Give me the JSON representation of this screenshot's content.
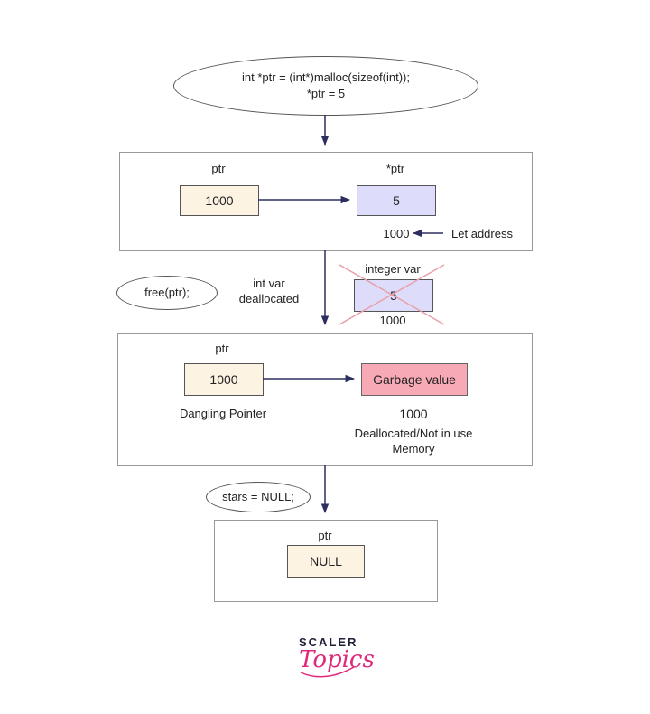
{
  "code_ellipse": {
    "line1": "int *ptr = (int*)malloc(sizeof(int));",
    "line2": "*ptr = 5"
  },
  "panel1": {
    "ptr_label": "ptr",
    "ptr_value": "1000",
    "deref_label": "*ptr",
    "deref_value": "5",
    "address": "1000",
    "address_note": "Let address"
  },
  "free_step": {
    "call": "free(ptr);",
    "note_line1": "int var",
    "note_line2": "deallocated",
    "var_label": "integer var",
    "var_value": "5",
    "var_address": "1000"
  },
  "panel2": {
    "ptr_label": "ptr",
    "ptr_value": "1000",
    "ptr_caption": "Dangling Pointer",
    "target_value": "Garbage value",
    "target_address": "1000",
    "target_caption_line1": "Deallocated/Not in use",
    "target_caption_line2": "Memory"
  },
  "null_step": {
    "call": "stars = NULL;"
  },
  "panel3": {
    "ptr_label": "ptr",
    "ptr_value": "NULL"
  },
  "logo": {
    "top": "SCALER",
    "bottom": "Topics"
  },
  "colors": {
    "pointer_box": "#fdf3e3",
    "value_box": "#dedcfb",
    "garbage_box": "#f7a9b6",
    "arrow": "#2b2e5e",
    "cross": "#e8a0a8",
    "logo_pink": "#e0277a"
  }
}
